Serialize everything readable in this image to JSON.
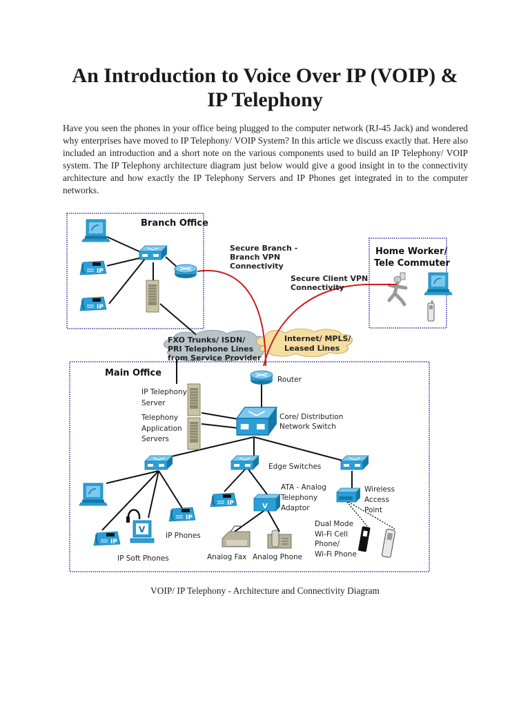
{
  "document": {
    "title_line1": "An Introduction to Voice Over IP (VOIP) &",
    "title_line2": "IP Telephony",
    "intro_paragraph": "Have you seen the phones in your office being plugged to the computer network (RJ-45 Jack) and wondered why enterprises have moved to IP Telephony/ VOIP System? In this article we discuss exactly that. Here also included an introduction and a short note on the various components used to build an IP Telephony/ VOIP system. The IP Telephony architecture diagram just below would give a good insight in to the connectivity architecture and how exactly the IP Telephony Servers and IP Phones get integrated in to the computer networks.",
    "caption": "VOIP/ IP Telephony - Architecture and Connectivity Diagram"
  },
  "diagram": {
    "zones": {
      "branch_office": "Branch Office",
      "home_worker_line1": "Home Worker/",
      "home_worker_line2": "Tele Commuter",
      "main_office": "Main Office"
    },
    "links": {
      "branch_vpn": [
        "Secure Branch -",
        "Branch VPN",
        "Connectivity"
      ],
      "client_vpn": [
        "Secure Client VPN",
        "Connectivity"
      ]
    },
    "clouds": {
      "pstn": [
        "FXO Trunks/ ISDN/",
        "PRI Telephone Lines",
        "from Service Provider"
      ],
      "internet": [
        "Internet/ MPLS/",
        "Leased Lines"
      ]
    },
    "labels": {
      "router": "Router",
      "ip_telephony_server": [
        "IP Telephony",
        "Server"
      ],
      "telephony_app_servers": [
        "Telephony",
        "Application",
        "Servers"
      ],
      "core_switch": [
        "Core/ Distribution",
        "Network Switch"
      ],
      "edge_switches": "Edge Switches",
      "ata": [
        "ATA - Analog",
        "Telephony",
        "Adaptor"
      ],
      "wireless_ap": [
        "Wireless",
        "Access",
        "Point"
      ],
      "dual_mode": [
        "Dual Mode",
        "Wi-Fi Cell",
        "Phone/",
        "Wi-Fi Phone"
      ],
      "ip_phones": "IP Phones",
      "ip_soft_phones": "IP Soft Phones",
      "analog_fax": "Analog Fax",
      "analog_phone": "Analog Phone",
      "ip_badge": "IP"
    },
    "colors": {
      "device_blue": "#2a9fd6",
      "device_dark": "#1578a8",
      "vpn_red": "#cc1b1b",
      "zone_border": "#2b2b9e",
      "pstn_cloud": "#b8c4c8",
      "internet_cloud": "#f6dda0",
      "server_beige": "#c9c4a4"
    }
  }
}
